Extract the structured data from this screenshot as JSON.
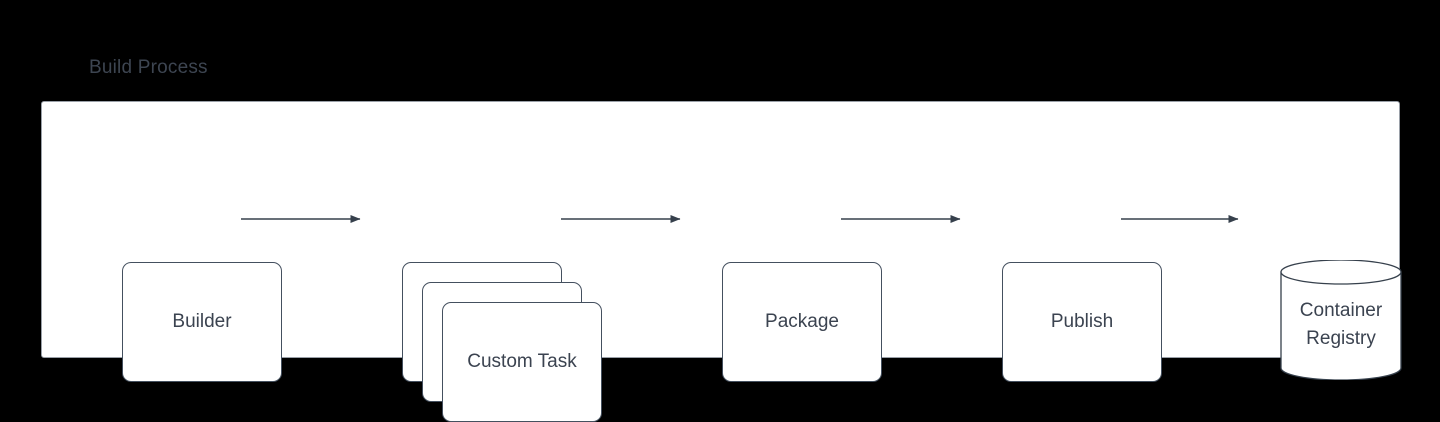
{
  "page": {
    "background_color": "#000000",
    "panel_background": "#ffffff",
    "panel_border_color": "#9aa0a8",
    "node_border_color": "#44505f",
    "text_color": "#3b4350",
    "title_color": "#3d4551"
  },
  "diagram": {
    "title": "Build Process",
    "nodes": [
      {
        "id": "builder",
        "label": "Builder",
        "shape": "rounded-rect"
      },
      {
        "id": "custom-task",
        "label": "Custom Task",
        "shape": "stacked-rounded-rect",
        "stack_count": 3
      },
      {
        "id": "package",
        "label": "Package",
        "shape": "rounded-rect"
      },
      {
        "id": "publish",
        "label": "Publish",
        "shape": "rounded-rect"
      },
      {
        "id": "container-registry",
        "label_line1": "Container",
        "label_line2": "Registry",
        "shape": "cylinder"
      }
    ],
    "edges": [
      {
        "from": "builder",
        "to": "custom-task",
        "arrowhead": "filled-triangle"
      },
      {
        "from": "custom-task",
        "to": "package",
        "arrowhead": "filled-triangle"
      },
      {
        "from": "package",
        "to": "publish",
        "arrowhead": "filled-triangle"
      },
      {
        "from": "publish",
        "to": "container-registry",
        "arrowhead": "filled-triangle"
      }
    ]
  }
}
